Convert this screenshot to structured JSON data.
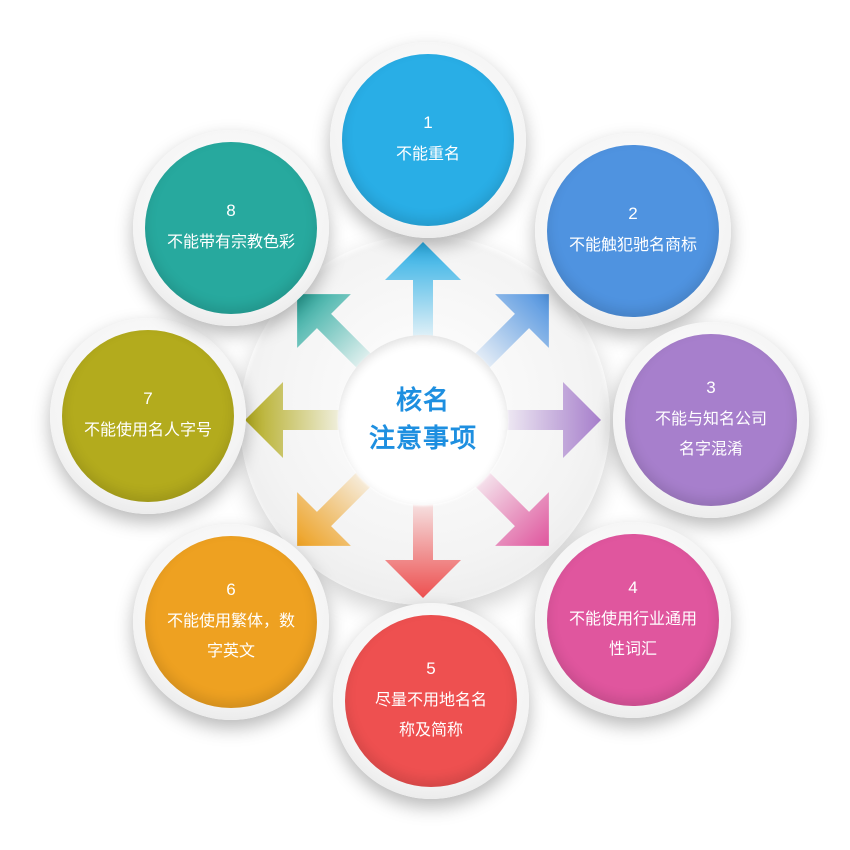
{
  "center": {
    "line1": "核名",
    "line2": "注意事项"
  },
  "colors": {
    "n1": "#29aee6",
    "n2": "#4f93e0",
    "n3": "#a77fcc",
    "n4": "#e0569e",
    "n5": "#ee5050",
    "n6": "#eea121",
    "n7": "#b3ab1d",
    "n8": "#27a99e"
  },
  "nodes": [
    {
      "num": "1",
      "lines": [
        "不能重名"
      ]
    },
    {
      "num": "2",
      "lines": [
        "不能触犯驰名商标"
      ]
    },
    {
      "num": "3",
      "lines": [
        "不能与知名公司",
        "名字混淆"
      ]
    },
    {
      "num": "4",
      "lines": [
        "不能使用行业通用",
        "性词汇"
      ]
    },
    {
      "num": "5",
      "lines": [
        "尽量不用地名名",
        "称及简称"
      ]
    },
    {
      "num": "6",
      "lines": [
        "不能使用繁体，数",
        "字英文"
      ]
    },
    {
      "num": "7",
      "lines": [
        "不能使用名人字号"
      ]
    },
    {
      "num": "8",
      "lines": [
        "不能带有宗教色彩"
      ]
    }
  ]
}
